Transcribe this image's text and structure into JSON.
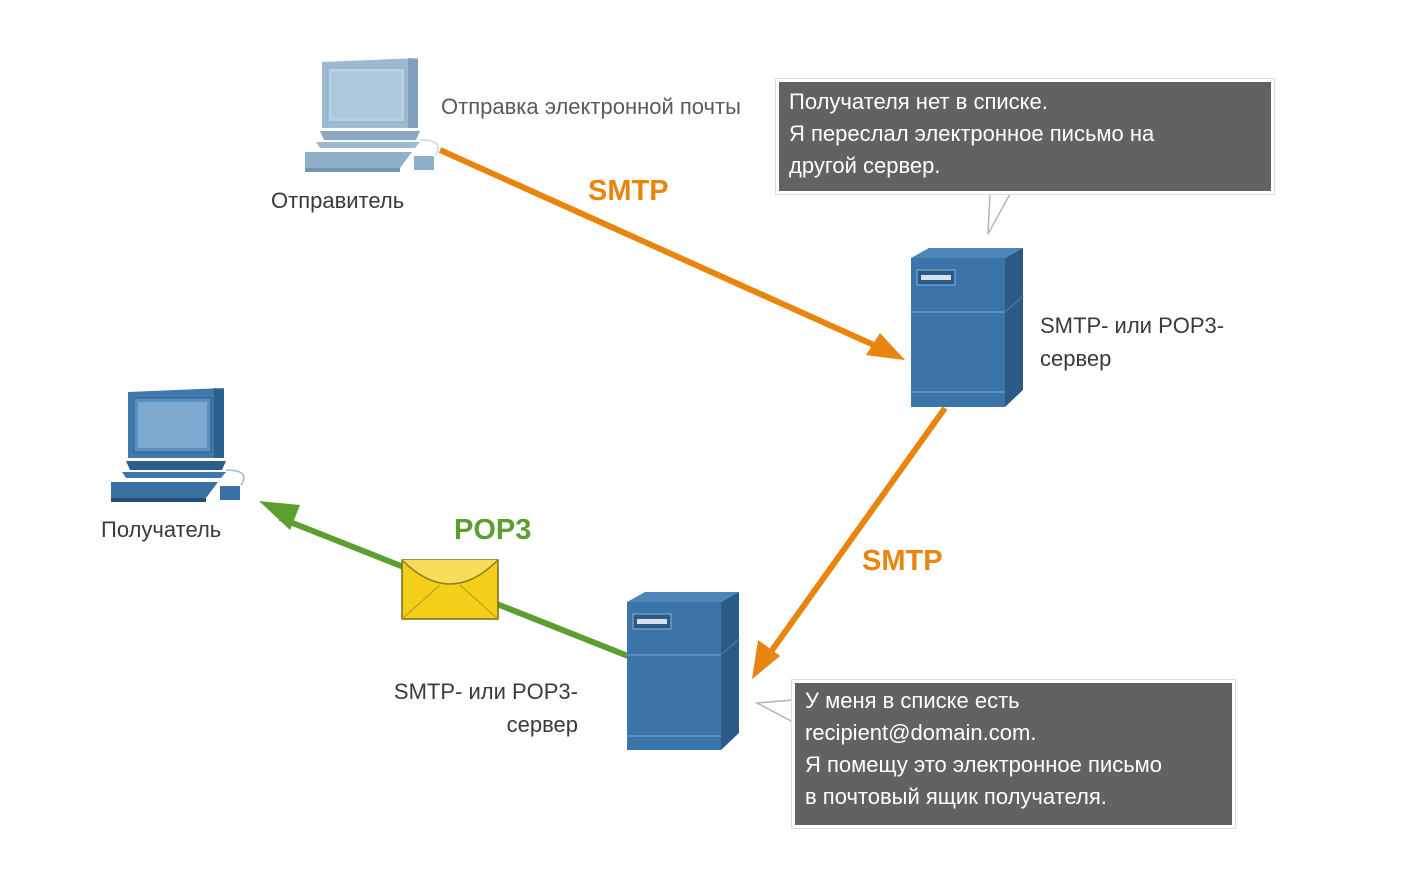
{
  "sender": {
    "name": "Отправитель",
    "action": "Отправка электронной почты"
  },
  "recipient": {
    "name": "Получатель"
  },
  "servers": [
    {
      "label_lines": [
        "SMTP- или POP3-",
        "сервер"
      ]
    },
    {
      "label_lines": [
        "SMTP- или POP3-",
        "сервер"
      ]
    }
  ],
  "protocols": {
    "sender_to_server": "SMTP",
    "server_to_server": "SMTP",
    "server_to_recipient": "POP3"
  },
  "callouts": {
    "server1": [
      "Получателя нет в списке.",
      "Я переслал электронное письмо на",
      "другой сервер."
    ],
    "server2": [
      "У меня в списке есть",
      "recipient@domain.com.",
      "Я помещу это электронное письмо",
      "в почтовый ящик получателя."
    ]
  },
  "colors": {
    "smtp": "#e8850f",
    "pop3": "#5c9e2f",
    "server": "#3b74a8",
    "callout": "#626262",
    "envelope": "#f3cf1a"
  }
}
